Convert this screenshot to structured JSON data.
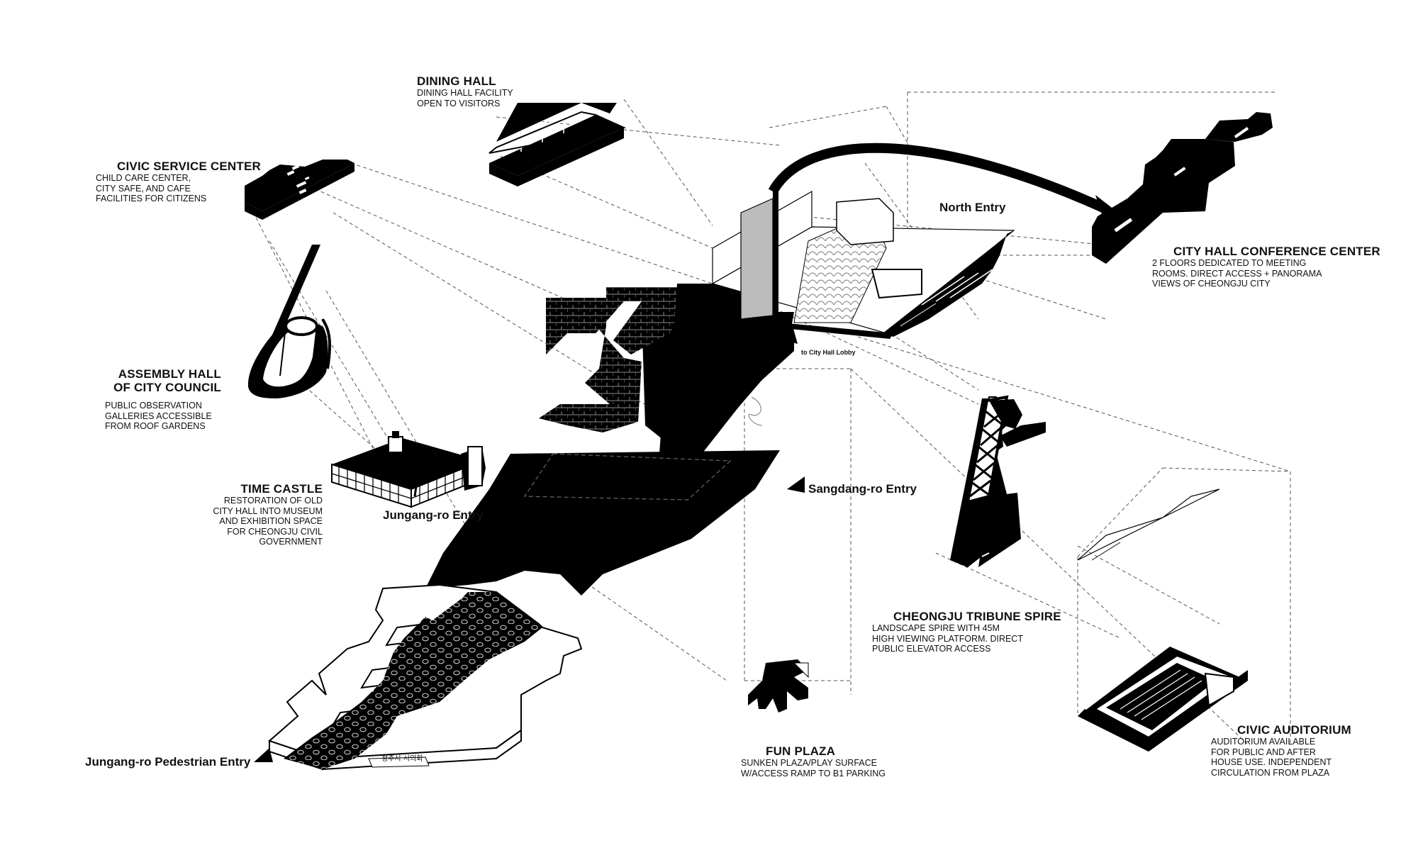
{
  "labels": {
    "dining_hall": {
      "title": "DINING HALL",
      "desc": [
        "DINING HALL FACILITY",
        "OPEN TO VISITORS"
      ]
    },
    "civic_service": {
      "title": "CIVIC SERVICE CENTER",
      "desc": [
        "CHILD CARE CENTER,",
        "CITY SAFE, AND CAFE",
        "FACILITIES FOR CITIZENS"
      ]
    },
    "assembly_hall": {
      "title": [
        "ASSEMBLY HALL",
        "OF CITY COUNCIL"
      ],
      "desc": [
        "PUBLIC OBSERVATION",
        "GALLERIES ACCESSIBLE",
        "FROM ROOF GARDENS"
      ]
    },
    "time_castle": {
      "title": "TIME CASTLE",
      "desc": [
        "RESTORATION OF OLD",
        "CITY HALL INTO MUSEUM",
        "AND EXHIBITION SPACE",
        "FOR CHEONGJU CIVIL",
        "GOVERNMENT"
      ]
    },
    "conference": {
      "title": "CITY HALL CONFERENCE CENTER",
      "desc": [
        "2 FLOORS DEDICATED TO MEETING",
        "ROOMS. DIRECT ACCESS + PANORAMA",
        "VIEWS OF CHEONGJU CITY"
      ]
    },
    "spire": {
      "title": "CHEONGJU TRIBUNE SPIRE",
      "desc": [
        "LANDSCAPE SPIRE WITH 45M",
        "HIGH VIEWING PLATFORM. DIRECT",
        "PUBLIC ELEVATOR ACCESS"
      ]
    },
    "fun_plaza": {
      "title": "FUN PLAZA",
      "desc": [
        "SUNKEN PLAZA/PLAY SURFACE",
        "W/ACCESS RAMP TO B1 PARKING"
      ]
    },
    "auditorium": {
      "title": "CIVIC AUDITORIUM",
      "desc": [
        "AUDITORIUM AVAILABLE",
        "FOR PUBLIC AND AFTER",
        "HOUSE USE. INDEPENDENT",
        "CIRCULATION FROM PLAZA"
      ]
    }
  },
  "entries": {
    "north": "North Entry",
    "lobby": "to City Hall Lobby",
    "sangdang": "Sangdang-ro Entry",
    "jungang": "Jungang-ro Entry",
    "pedestrian": "Jungang-ro Pedestrian Entry"
  },
  "building_sign": "청주시 시의회"
}
